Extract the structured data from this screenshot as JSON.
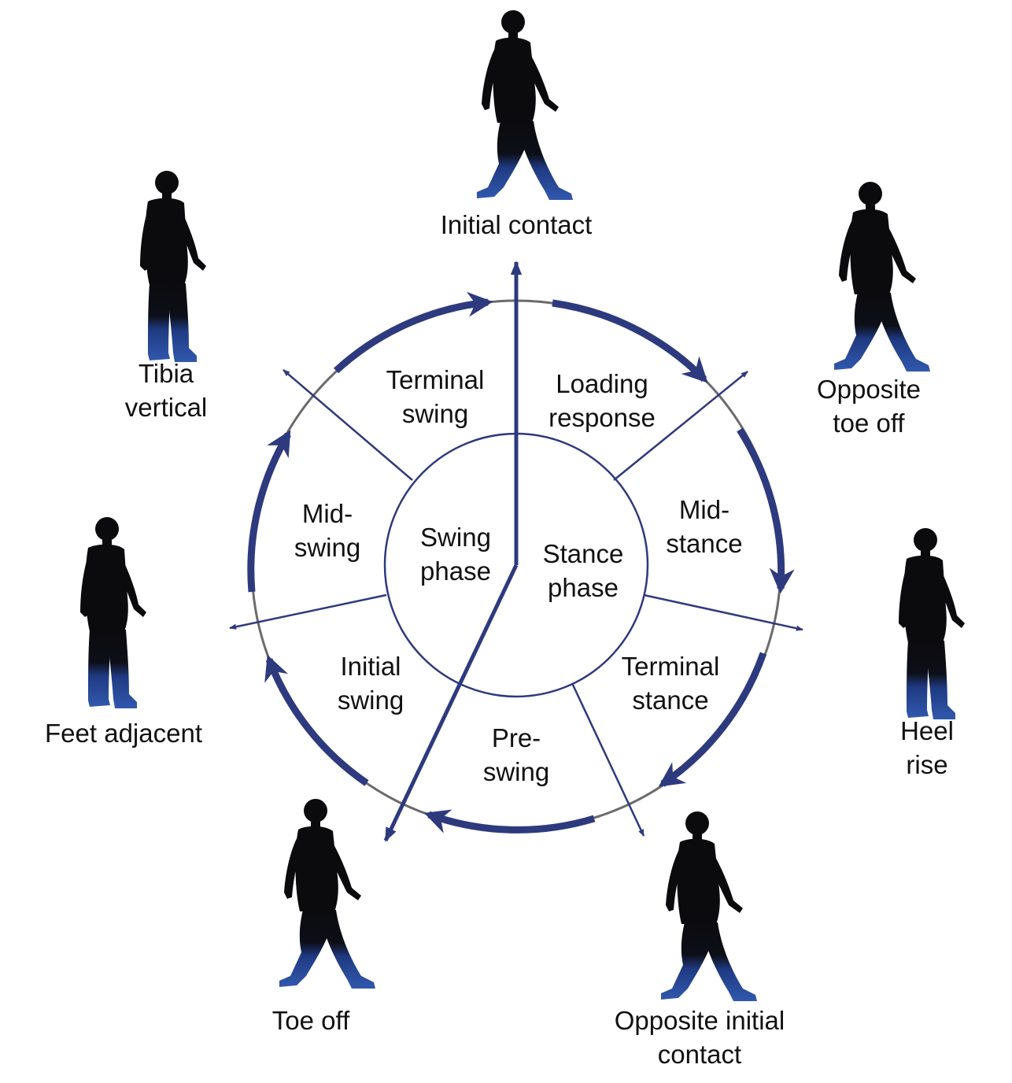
{
  "colors": {
    "accent": "#2e3a7e",
    "ring": "#6b6b6b",
    "silhouette_dark": "#0b0b0e",
    "silhouette_blue": "#2a4a98"
  },
  "center": {
    "swing": [
      "Swing",
      "phase"
    ],
    "stance": [
      "Stance",
      "phase"
    ]
  },
  "phases": [
    {
      "id": "loading-response",
      "lines": [
        "Loading",
        "response"
      ]
    },
    {
      "id": "mid-stance",
      "lines": [
        "Mid-",
        "stance"
      ]
    },
    {
      "id": "terminal-stance",
      "lines": [
        "Terminal",
        "stance"
      ]
    },
    {
      "id": "pre-swing",
      "lines": [
        "Pre-",
        "swing"
      ]
    },
    {
      "id": "initial-swing",
      "lines": [
        "Initial",
        "swing"
      ]
    },
    {
      "id": "mid-swing",
      "lines": [
        "Mid-",
        "swing"
      ]
    },
    {
      "id": "terminal-swing",
      "lines": [
        "Terminal",
        "swing"
      ]
    }
  ],
  "events": [
    {
      "id": "initial-contact",
      "lines": [
        "Initial contact"
      ]
    },
    {
      "id": "opposite-toe-off",
      "lines": [
        "Opposite",
        "toe off"
      ]
    },
    {
      "id": "heel-rise",
      "lines": [
        "Heel",
        "rise"
      ]
    },
    {
      "id": "opposite-initial-contact",
      "lines": [
        "Opposite initial",
        "contact"
      ]
    },
    {
      "id": "toe-off",
      "lines": [
        "Toe off"
      ]
    },
    {
      "id": "feet-adjacent",
      "lines": [
        "Feet adjacent"
      ]
    },
    {
      "id": "tibia-vertical",
      "lines": [
        "Tibia",
        "vertical"
      ]
    }
  ]
}
